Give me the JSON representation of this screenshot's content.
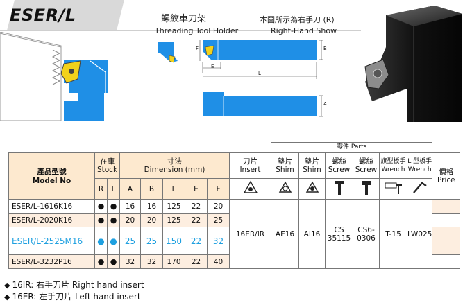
{
  "title": "ESER/L",
  "header": {
    "cn_title": "螺紋車刀架",
    "en_title": "Threading Tool Holder",
    "cn_show": "本圖所示為右手刀 (R)",
    "en_show": "Right-Hand Show"
  },
  "drawing_labels": {
    "F": "F",
    "E": "E",
    "L": "L",
    "B": "B",
    "A": "A"
  },
  "table": {
    "parts_header": "零件 Parts",
    "model_cn": "產品型號",
    "model_en": "Model No",
    "stock_cn": "在庫",
    "stock_en": "Stock",
    "dim_cn": "寸法",
    "dim_en": "Dimension (mm)",
    "insert_cn": "刀片",
    "insert_en": "Insert",
    "shim1_cn": "墊片",
    "shim1_en": "Shim",
    "shim2_cn": "墊片",
    "shim2_en": "Shim",
    "screw1_cn": "螺絲",
    "screw1_en": "Screw",
    "screw2_cn": "螺絲",
    "screw2_en": "Screw",
    "wrench1_cn": "旗型板手",
    "wrench1_en": "Wrench",
    "wrench2_cn": "L 型板手",
    "wrench2_en": "Wrench",
    "price_cn": "價格",
    "price_en": "Price",
    "cols": [
      "R",
      "L",
      "A",
      "B",
      "L",
      "E",
      "F"
    ],
    "rows": [
      {
        "model": "ESER/L-1616K16",
        "R": "●",
        "L": "●",
        "A": "16",
        "B": "16",
        "Lv": "125",
        "E": "22",
        "F": "20"
      },
      {
        "model": "ESER/L-2020K16",
        "R": "●",
        "L": "●",
        "A": "20",
        "B": "20",
        "Lv": "125",
        "E": "22",
        "F": "25"
      },
      {
        "model": "ESER/L-2525M16",
        "R": "●",
        "L": "●",
        "A": "25",
        "B": "25",
        "Lv": "150",
        "E": "22",
        "F": "32"
      },
      {
        "model": "ESER/L-3232P16",
        "R": "●",
        "L": "●",
        "A": "32",
        "B": "32",
        "Lv": "170",
        "E": "22",
        "F": "40"
      }
    ],
    "parts": {
      "insert": "16ER/IR",
      "shim1": "AE16",
      "shim2": "AI16",
      "screw1_a": "CS",
      "screw1_b": "35115",
      "screw2_a": "CS6-",
      "screw2_b": "0306",
      "wrench1": "T-15",
      "wrench2": "LW025"
    }
  },
  "notes": [
    "16IR: 右手刀片 Right hand insert",
    "16ER: 左手刀片 Left hand insert"
  ],
  "colors": {
    "tool_blue": "#1f8fe6",
    "header_bg": "#fde9cf",
    "highlight": "#1fa0e0",
    "insert_yellow": "#f2d21b"
  }
}
